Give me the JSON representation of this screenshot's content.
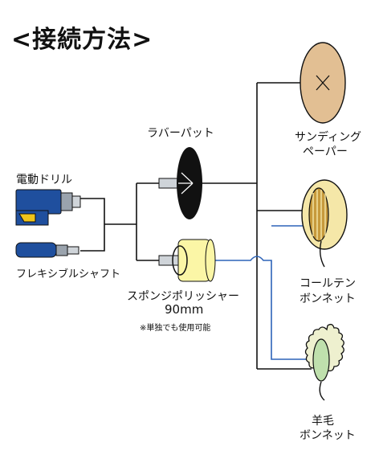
{
  "title": "<接続方法>",
  "labels": {
    "drill": "電動ドリル",
    "flex_shaft": "フレキシブルシャフト",
    "rubber_pad": "ラバーパット",
    "sponge_polisher_line1": "スポンジポリッシャー",
    "sponge_polisher_line2": "90mm",
    "note": "※単独でも使用可能",
    "sanding_line1": "サンディング",
    "sanding_line2": "ペーパー",
    "cotton_line1": "コールテン",
    "cotton_line2": "ボンネット",
    "wool_line1": "羊毛",
    "wool_line2": "ボンネット"
  },
  "colors": {
    "drill_blue": "#1f4f9e",
    "drill_yellow": "#f0c419",
    "sanding_tan": "#e2bf93",
    "sponge_yellow": "#fbf6a6",
    "cotton_fill": "#f5e7a8",
    "cotton_stripe": "#c79a3c",
    "wool_fill": "#eef0cf",
    "wool_center": "#bfe0ad",
    "connector_blue": "#2d63b8",
    "line_black": "#111111"
  }
}
